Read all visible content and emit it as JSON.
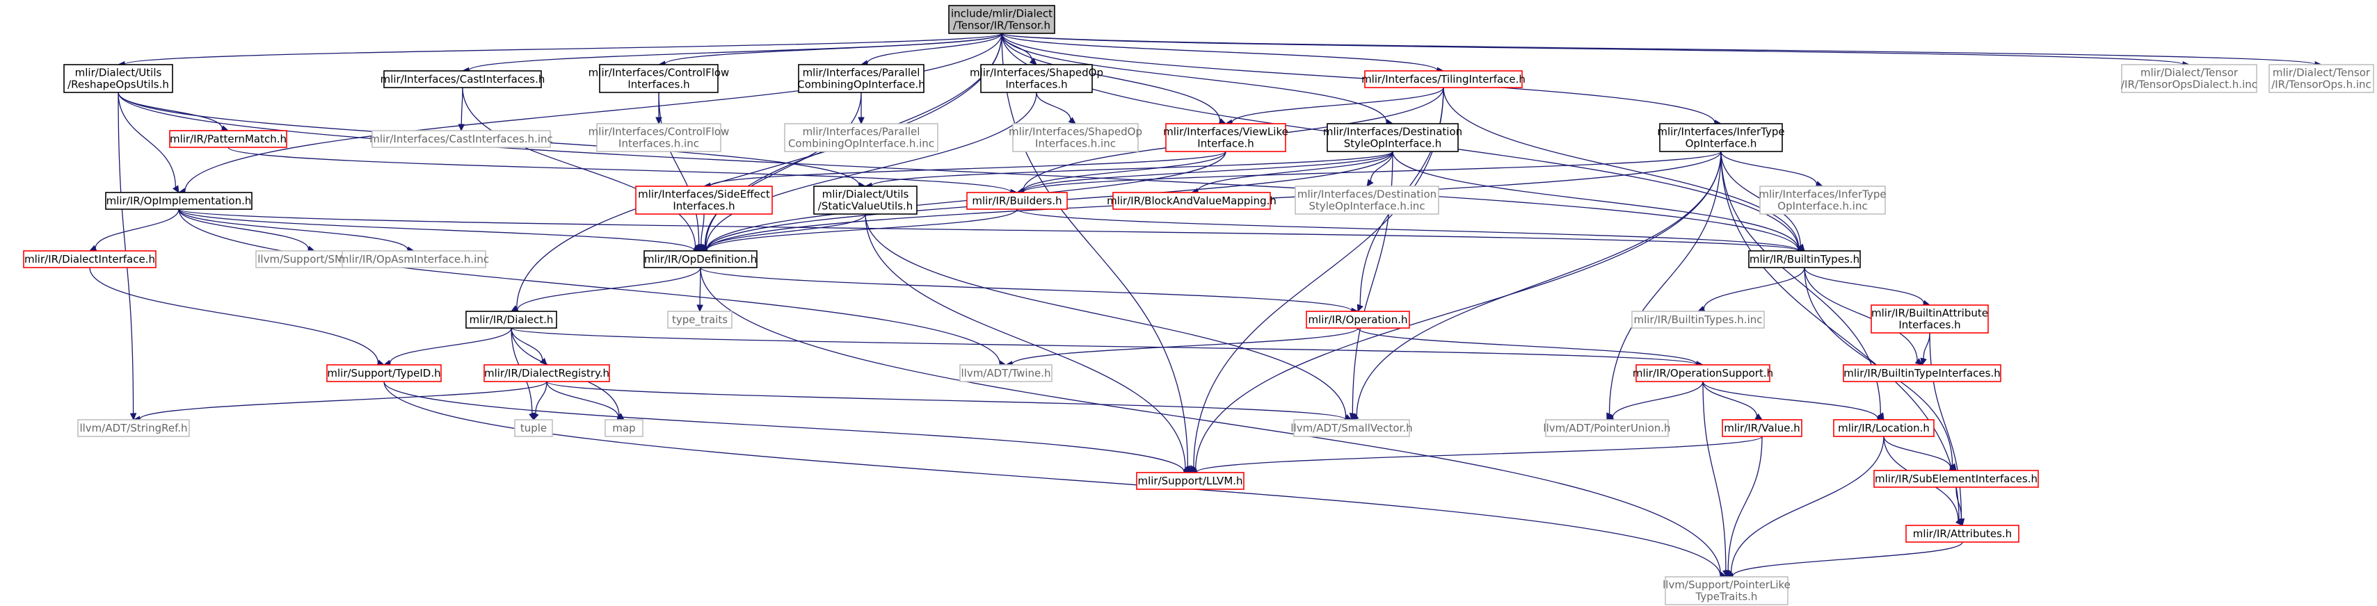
{
  "colors": {
    "edge": "#191970",
    "root_fill": "#bfbfbf",
    "documented_border": "#000000",
    "documented_text": "#000000",
    "hierarchy_border": "#ff0000",
    "hierarchy_text": "#000000",
    "external_border": "#bfbfbf",
    "external_text": "#666666"
  },
  "nodes": [
    {
      "id": "root",
      "kind": "root",
      "lines": [
        "include/mlir/Dialect",
        "/Tensor/IR/Tensor.h"
      ]
    },
    {
      "id": "reshape",
      "kind": "doc",
      "lines": [
        "mlir/Dialect/Utils",
        "/ReshapeOpsUtils.h"
      ]
    },
    {
      "id": "cast",
      "kind": "doc",
      "lines": [
        "mlir/Interfaces/CastInterfaces.h"
      ]
    },
    {
      "id": "ctrl",
      "kind": "doc",
      "lines": [
        "mlir/Interfaces/ControlFlow",
        "Interfaces.h"
      ]
    },
    {
      "id": "parallel",
      "kind": "doc",
      "lines": [
        "mlir/Interfaces/Parallel",
        "CombiningOpInterface.h"
      ]
    },
    {
      "id": "shaped",
      "kind": "doc",
      "lines": [
        "mlir/Interfaces/ShapedOp",
        "Interfaces.h"
      ]
    },
    {
      "id": "tiling",
      "kind": "red",
      "lines": [
        "mlir/Interfaces/TilingInterface.h"
      ]
    },
    {
      "id": "tdialectinc",
      "kind": "ext",
      "lines": [
        "mlir/Dialect/Tensor",
        "/IR/TensorOpsDialect.h.inc"
      ]
    },
    {
      "id": "topsinc",
      "kind": "ext",
      "lines": [
        "mlir/Dialect/Tensor",
        "/IR/TensorOps.h.inc"
      ]
    },
    {
      "id": "patternmatch",
      "kind": "red",
      "lines": [
        "mlir/IR/PatternMatch.h"
      ]
    },
    {
      "id": "castinc",
      "kind": "ext",
      "lines": [
        "mlir/Interfaces/CastInterfaces.h.inc"
      ]
    },
    {
      "id": "ctrlinc",
      "kind": "ext",
      "lines": [
        "mlir/Interfaces/ControlFlow",
        "Interfaces.h.inc"
      ]
    },
    {
      "id": "parallelinc",
      "kind": "ext",
      "lines": [
        "mlir/Interfaces/Parallel",
        "CombiningOpInterface.h.inc"
      ]
    },
    {
      "id": "shapedinc",
      "kind": "ext",
      "lines": [
        "mlir/Interfaces/ShapedOp",
        "Interfaces.h.inc"
      ]
    },
    {
      "id": "viewlike",
      "kind": "red",
      "lines": [
        "mlir/Interfaces/ViewLike",
        "Interface.h"
      ]
    },
    {
      "id": "dest",
      "kind": "doc",
      "lines": [
        "mlir/Interfaces/Destination",
        "StyleOpInterface.h"
      ]
    },
    {
      "id": "infer",
      "kind": "doc",
      "lines": [
        "mlir/Interfaces/InferType",
        "OpInterface.h"
      ]
    },
    {
      "id": "opimpl",
      "kind": "doc",
      "lines": [
        "mlir/IR/OpImplementation.h"
      ]
    },
    {
      "id": "sideeffect",
      "kind": "red",
      "lines": [
        "mlir/Interfaces/SideEffect",
        "Interfaces.h"
      ]
    },
    {
      "id": "staticval",
      "kind": "doc",
      "lines": [
        "mlir/Dialect/Utils",
        "/StaticValueUtils.h"
      ]
    },
    {
      "id": "builders",
      "kind": "red",
      "lines": [
        "mlir/IR/Builders.h"
      ]
    },
    {
      "id": "blockmap",
      "kind": "red",
      "lines": [
        "mlir/IR/BlockAndValueMapping.h"
      ]
    },
    {
      "id": "destinc",
      "kind": "ext",
      "lines": [
        "mlir/Interfaces/Destination",
        "StyleOpInterface.h.inc"
      ]
    },
    {
      "id": "inferinc",
      "kind": "ext",
      "lines": [
        "mlir/Interfaces/InferType",
        "OpInterface.h.inc"
      ]
    },
    {
      "id": "dialectiface",
      "kind": "red",
      "lines": [
        "mlir/IR/DialectInterface.h"
      ]
    },
    {
      "id": "smloc",
      "kind": "ext",
      "lines": [
        "llvm/Support/SMLoc.h"
      ]
    },
    {
      "id": "opasminc",
      "kind": "ext",
      "lines": [
        "mlir/IR/OpAsmInterface.h.inc"
      ]
    },
    {
      "id": "opdef",
      "kind": "doc",
      "lines": [
        "mlir/IR/OpDefinition.h"
      ]
    },
    {
      "id": "builtintypes",
      "kind": "doc",
      "lines": [
        "mlir/IR/BuiltinTypes.h"
      ]
    },
    {
      "id": "dialect",
      "kind": "doc",
      "lines": [
        "mlir/IR/Dialect.h"
      ]
    },
    {
      "id": "typetraits",
      "kind": "ext",
      "lines": [
        "type_traits"
      ]
    },
    {
      "id": "operation",
      "kind": "red",
      "lines": [
        "mlir/IR/Operation.h"
      ]
    },
    {
      "id": "builtintypesinc",
      "kind": "ext",
      "lines": [
        "mlir/IR/BuiltinTypes.h.inc"
      ]
    },
    {
      "id": "builtinattrif",
      "kind": "red",
      "lines": [
        "mlir/IR/BuiltinAttribute",
        "Interfaces.h"
      ]
    },
    {
      "id": "typeid",
      "kind": "red",
      "lines": [
        "mlir/Support/TypeID.h"
      ]
    },
    {
      "id": "dialectreg",
      "kind": "red",
      "lines": [
        "mlir/IR/DialectRegistry.h"
      ]
    },
    {
      "id": "twine",
      "kind": "ext",
      "lines": [
        "llvm/ADT/Twine.h"
      ]
    },
    {
      "id": "opsupport",
      "kind": "red",
      "lines": [
        "mlir/IR/OperationSupport.h"
      ]
    },
    {
      "id": "builtintypeif",
      "kind": "red",
      "lines": [
        "mlir/IR/BuiltinTypeInterfaces.h"
      ]
    },
    {
      "id": "stringref",
      "kind": "ext",
      "lines": [
        "llvm/ADT/StringRef.h"
      ]
    },
    {
      "id": "tuple",
      "kind": "ext",
      "lines": [
        "tuple"
      ]
    },
    {
      "id": "map",
      "kind": "ext",
      "lines": [
        "map"
      ]
    },
    {
      "id": "smallvec",
      "kind": "ext",
      "lines": [
        "llvm/ADT/SmallVector.h"
      ]
    },
    {
      "id": "ptrunion",
      "kind": "ext",
      "lines": [
        "llvm/ADT/PointerUnion.h"
      ]
    },
    {
      "id": "value",
      "kind": "red",
      "lines": [
        "mlir/IR/Value.h"
      ]
    },
    {
      "id": "location",
      "kind": "red",
      "lines": [
        "mlir/IR/Location.h"
      ]
    },
    {
      "id": "subelem",
      "kind": "red",
      "lines": [
        "mlir/IR/SubElementInterfaces.h"
      ]
    },
    {
      "id": "llvmh",
      "kind": "red",
      "lines": [
        "mlir/Support/LLVM.h"
      ]
    },
    {
      "id": "attributes",
      "kind": "red",
      "lines": [
        "mlir/IR/Attributes.h"
      ]
    },
    {
      "id": "ptrlike",
      "kind": "ext",
      "lines": [
        "llvm/Support/PointerLike",
        "TypeTraits.h"
      ]
    }
  ]
}
